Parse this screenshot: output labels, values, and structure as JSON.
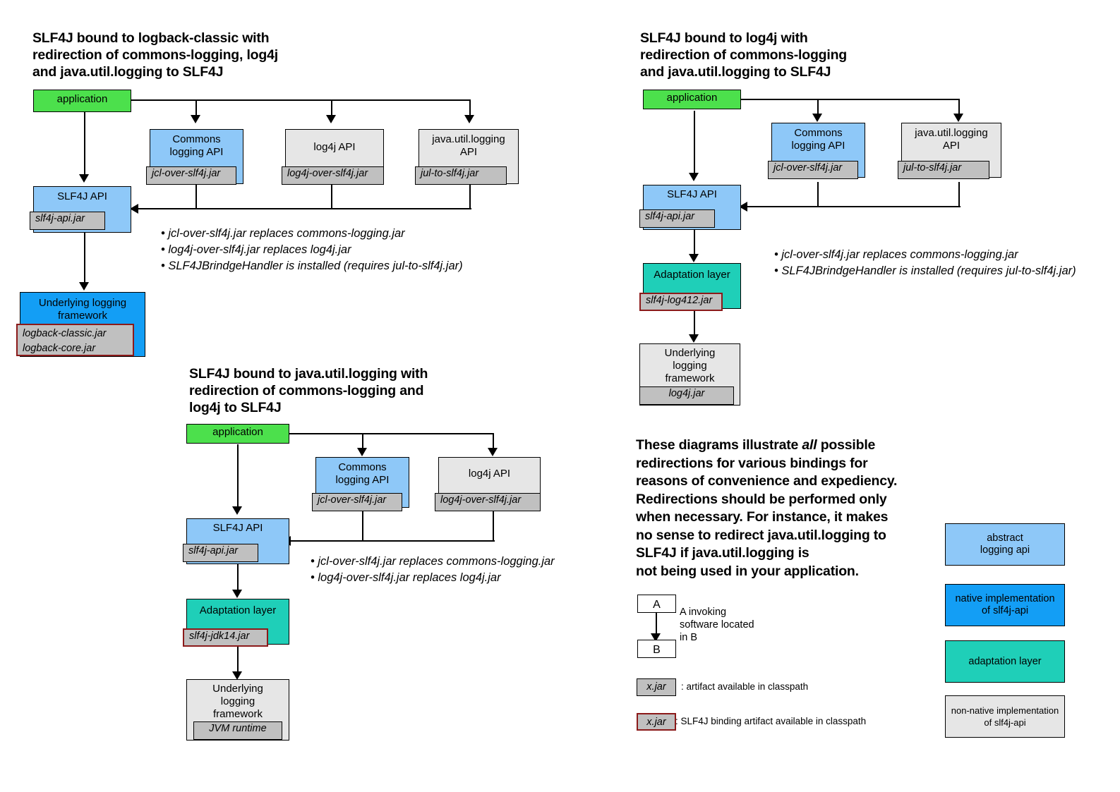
{
  "diagram1": {
    "heading": "SLF4J bound to logback-classic with\nredirection of commons-logging, log4j\nand java.util.logging to SLF4J",
    "application": "application",
    "commons_api": "Commons\nlogging API",
    "commons_jar": "jcl-over-slf4j.jar",
    "log4j_api": "log4j API",
    "log4j_jar": "log4j-over-slf4j.jar",
    "jul_api": "java.util.logging\nAPI",
    "jul_jar": "jul-to-slf4j.jar",
    "slf4j_api": "SLF4J API",
    "slf4j_jar": "slf4j-api.jar",
    "underlying": "Underlying logging\nframework",
    "underlying_jar": "logback-classic.jar\nlogback-core.jar",
    "bullets": "• jcl-over-slf4j.jar replaces commons-logging.jar\n• log4j-over-slf4j.jar replaces log4j.jar\n• SLF4JBrindgeHandler is installed (requires jul-to-slf4j.jar)"
  },
  "diagram2": {
    "heading": "SLF4J bound to log4j with\nredirection of commons-logging\nand java.util.logging to SLF4J",
    "application": "application",
    "commons_api": "Commons\nlogging API",
    "commons_jar": "jcl-over-slf4j.jar",
    "jul_api": "java.util.logging\nAPI",
    "jul_jar": "jul-to-slf4j.jar",
    "slf4j_api": "SLF4J API",
    "slf4j_jar": "slf4j-api.jar",
    "adaptation": "Adaptation layer",
    "adaptation_jar": "slf4j-log412.jar",
    "underlying": "Underlying\nlogging\nframework",
    "underlying_jar": "log4j.jar",
    "bullets": "• jcl-over-slf4j.jar replaces commons-logging.jar\n• SLF4JBrindgeHandler is installed (requires jul-to-slf4j.jar)"
  },
  "diagram3": {
    "heading": "SLF4J bound to java.util.logging with\nredirection of commons-logging and\nlog4j to SLF4J",
    "application": "application",
    "commons_api": "Commons\nlogging API",
    "commons_jar": "jcl-over-slf4j.jar",
    "log4j_api": "log4j API",
    "log4j_jar": "log4j-over-slf4j.jar",
    "slf4j_api": "SLF4J API",
    "slf4j_jar": "slf4j-api.jar",
    "adaptation": "Adaptation layer",
    "adaptation_jar": "slf4j-jdk14.jar",
    "underlying": "Underlying\nlogging\nframework",
    "underlying_jar": "JVM runtime",
    "bullets": "• jcl-over-slf4j.jar replaces commons-logging.jar\n• log4j-over-slf4j.jar replaces log4j.jar"
  },
  "note": {
    "line1": "These diagrams illustrate ",
    "emphasis": "all",
    "line2": " possible\nredirections for various bindings for\nreasons of convenience and expediency.\nRedirections should be performed only\nwhen necessary. For instance, it makes\nno sense to redirect java.util.logging to\nSLF4J if java.util.logging is\nnot being used in your application."
  },
  "legend": {
    "box_a": "A",
    "box_b": "B",
    "arrow_caption": "A invoking\nsoftware located\nin B",
    "jar_plain": "x.jar",
    "jar_plain_caption": ": artifact available in classpath",
    "jar_binding": "x.jar",
    "jar_binding_caption": ": SLF4J binding artifact available in classpath",
    "swatches": [
      {
        "label": "abstract\nlogging api",
        "color": "#8ec8f8"
      },
      {
        "label": "native implementation\nof slf4j-api",
        "color": "#139ef5"
      },
      {
        "label": "adaptation layer",
        "color": "#1fcfb8"
      },
      {
        "label": "non-native implementation\nof slf4j-api",
        "color": "#e6e6e6"
      }
    ]
  },
  "colors": {
    "application_green": "#4ce04c",
    "abstract_api_blue": "#8ec8f8",
    "native_impl_blue": "#139ef5",
    "adaptation_teal": "#1fcfb8",
    "non_native_gray": "#e6e6e6",
    "jar_gray": "#c0c0c0",
    "binding_border_red": "#8b1a1a",
    "stroke_black": "#000000"
  }
}
